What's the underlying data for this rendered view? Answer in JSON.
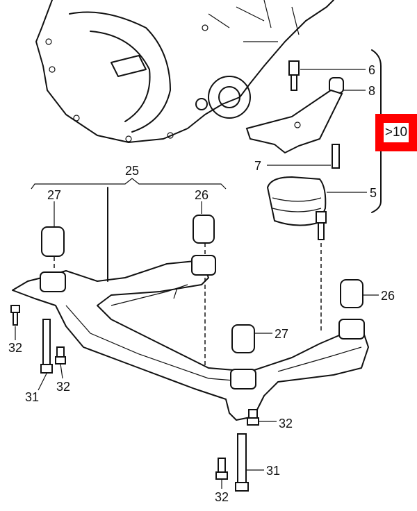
{
  "diagram": {
    "accent_color": "#ff0000",
    "callouts": {
      "c25": "25",
      "c27a": "27",
      "c26a": "26",
      "c6": "6",
      "c8": "8",
      "c7": "7",
      "c5": "5",
      "c26b": "26",
      "c27b": "27",
      "c32a": "32",
      "c31a": "31",
      "c32b": "32",
      "c32c": "32",
      "c31b": "31",
      "c32d": "32"
    },
    "reference": ">10"
  }
}
